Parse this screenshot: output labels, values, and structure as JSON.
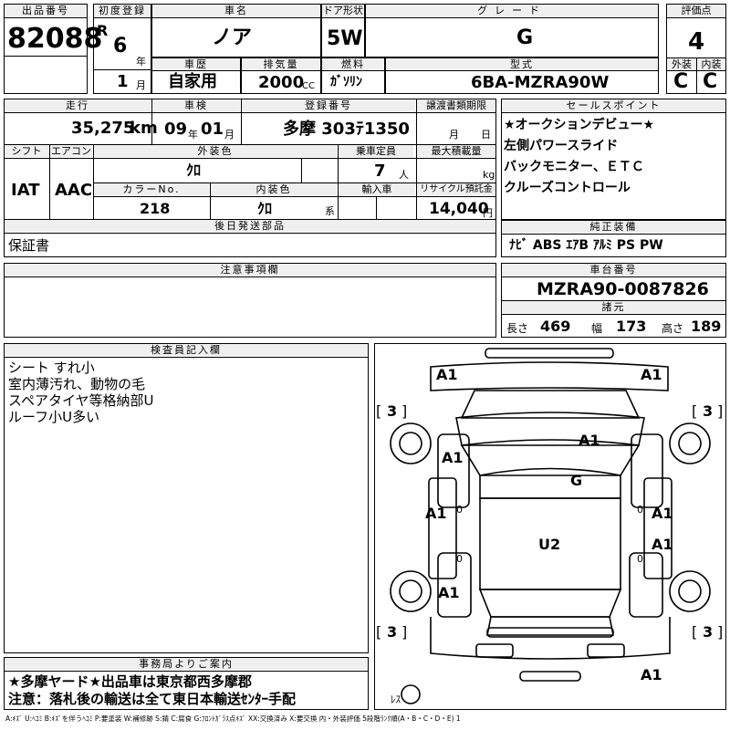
{
  "header": {
    "lot_no_label": "出品番号",
    "lot_no": "82088",
    "first_reg_label": "初度登録",
    "era": "R",
    "year_value": "6",
    "year_unit": "年",
    "month_value": "1",
    "month_unit": "月",
    "car_name_label": "車名",
    "car_name": "ノア",
    "shaken_history_label": "車歴",
    "shaken_history": "自家用",
    "displacement_label": "排気量",
    "displacement": "2000",
    "displacement_unit": "CC",
    "door_label": "ドア形状",
    "door": "5W",
    "fuel_label": "燃料",
    "fuel": "ｶﾞｿﾘﾝ",
    "grade_label": "グレード",
    "grade": "G",
    "model_label": "型式",
    "model": "6BA-MZRA90W",
    "score_label": "評価点",
    "score": "4",
    "ext_label": "外装",
    "ext_grade": "C",
    "int_label": "内装",
    "int_grade": "C"
  },
  "row2": {
    "mileage_label": "走行",
    "mileage": "35,275",
    "mileage_unit": "km",
    "inspection_label": "車検",
    "insp_year": "09",
    "insp_year_unit": "年",
    "insp_month": "01",
    "insp_month_unit": "月",
    "reg_no_label": "登録番号",
    "reg_no": "多摩 303ﾃ1350",
    "transfer_label": "譲渡書類期限",
    "transfer_month_unit": "月",
    "transfer_day_unit": "日",
    "shift_label": "シフト",
    "shift": "IAT",
    "ac_label": "エアコン",
    "ac": "AAC",
    "ext_color_label": "外装色",
    "ext_color": "ｸﾛ",
    "capacity_label": "乗車定員",
    "capacity": "7",
    "capacity_unit": "人",
    "max_load_label": "最大積載量",
    "max_load_unit": "kg",
    "color_no_label": "カラーNo.",
    "color_no": "218",
    "int_color_label": "内装色",
    "int_color": "ｸﾛ",
    "int_color_unit": "系",
    "import_label": "輸入車",
    "recycle_label": "リサイクル預託金",
    "recycle": "14,040",
    "recycle_unit": "円",
    "later_parts_label": "後日発送部品",
    "later_parts": "保証書"
  },
  "sales_points": {
    "label": "セールスポイント",
    "items": [
      "★オークションデビュー★",
      "左側パワースライド",
      "バックモニター、ＥＴＣ",
      "クルーズコントロール"
    ]
  },
  "equipment": {
    "label": "純正装備",
    "text": "ﾅﾋﾞ ABS ｴｱB ｱﾙﾐ PS PW"
  },
  "notes": {
    "label": "注意事項欄"
  },
  "chassis": {
    "label": "車台番号",
    "number": "MZRA90-0087826",
    "spec_label": "諸元",
    "length_label": "長さ",
    "length": "469",
    "width_label": "幅",
    "width": "173",
    "height_label": "高さ",
    "height": "189"
  },
  "inspector": {
    "label": "検査員記入欄",
    "lines": [
      "シート すれ小",
      "室内薄汚れ、動物の毛",
      "スペアタイヤ等格納部U",
      "ルーフ小U多い"
    ]
  },
  "office": {
    "label": "事務局よりご案内",
    "line1": "★多摩ヤード★出品車は東京都西多摩郡",
    "line2": "注意：落札後の輸送は全て東日本輸送ｾﾝﾀｰ手配"
  },
  "diagram": {
    "marks": {
      "front_left": "A1",
      "front_right": "A1",
      "tire_fl": "3",
      "tire_fr": "3",
      "tire_rl": "3",
      "tire_rr": "3",
      "fender_left": "A1",
      "hood": "A1",
      "windshield": "G",
      "door_fl": "A1",
      "door_fr": "A1",
      "door_rr": "A1",
      "roof": "U2",
      "rear_fender_left": "A1",
      "rear_bumper": "A1",
      "small_fl": "0",
      "small_fr": "0",
      "small_rl": "0",
      "small_rr": "0",
      "spare": "ﾚｽ"
    }
  },
  "legend": "A:ｷｽﾞ U:ﾍｺﾐ B:ｷｽﾞを伴うﾍｺﾐ P:要塗装 W:補修跡 S:錆 C:腐食 G:ﾌﾛﾝﾄｶﾞﾗｽ点ｷｽﾞ XX:交換済み X:要交換 内・外装評価 5段階ﾗﾝｸ順(A・B・C・D・E) 1"
}
